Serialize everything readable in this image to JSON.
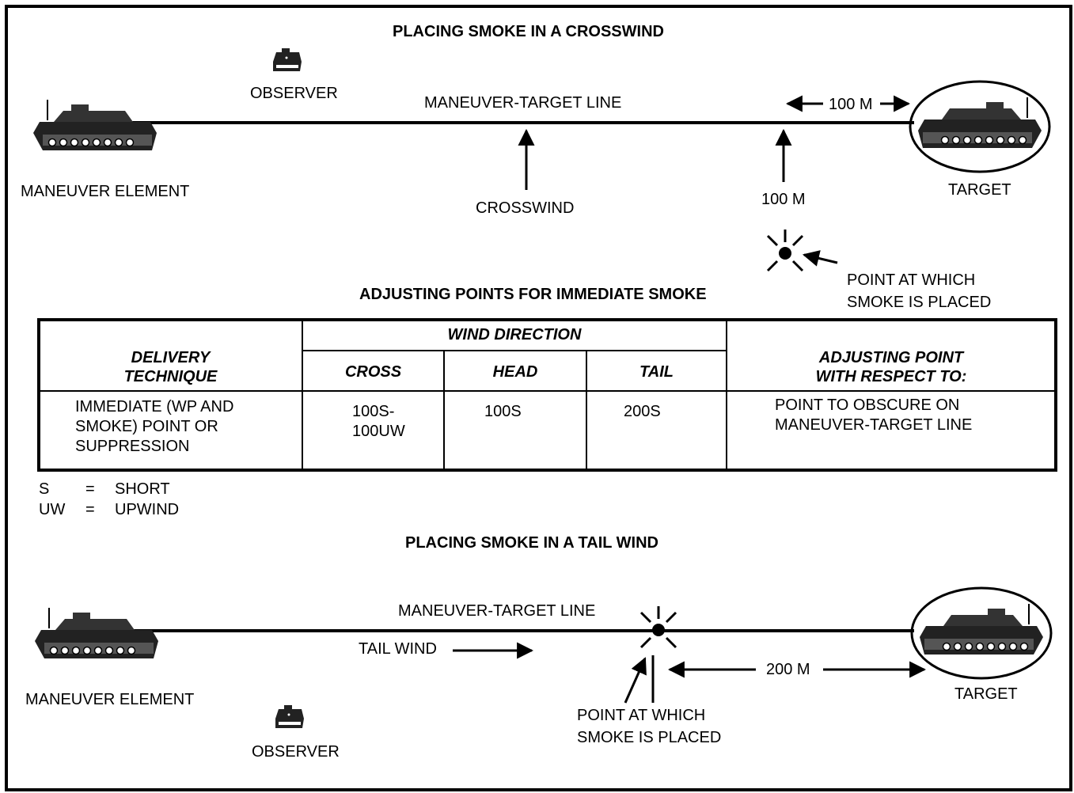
{
  "top": {
    "title": "PLACING SMOKE IN A CROSSWIND",
    "observer": "OBSERVER",
    "line_label": "MANEUVER-TARGET LINE",
    "distance_top": "100 M",
    "distance_side": "100 M",
    "maneuver": "MANEUVER ELEMENT",
    "wind": "CROSSWIND",
    "target": "TARGET",
    "point_line1": "POINT AT WHICH",
    "point_line2": "SMOKE IS PLACED"
  },
  "table": {
    "title": "ADJUSTING POINTS FOR IMMEDIATE SMOKE",
    "col_delivery_1": "DELIVERY",
    "col_delivery_2": "TECHNIQUE",
    "wind_header": "WIND DIRECTION",
    "col_cross": "CROSS",
    "col_head": "HEAD",
    "col_tail": "TAIL",
    "col_adjust_1": "ADJUSTING POINT",
    "col_adjust_2": "WITH RESPECT TO:",
    "row": {
      "delivery_1": "IMMEDIATE (WP AND",
      "delivery_2": "SMOKE) POINT OR",
      "delivery_3": "SUPPRESSION",
      "cross_1": "100S-",
      "cross_2": "100UW",
      "head": "100S",
      "tail": "200S",
      "adjust_1": "POINT TO OBSCURE ON",
      "adjust_2": "MANEUVER-TARGET LINE"
    },
    "legend": [
      {
        "abbr": "S",
        "eq": "=",
        "meaning": "SHORT"
      },
      {
        "abbr": "UW",
        "eq": "=",
        "meaning": "UPWIND"
      }
    ]
  },
  "bottom": {
    "title": "PLACING SMOKE IN A TAIL WIND",
    "line_label": "MANEUVER-TARGET LINE",
    "wind": "TAIL WIND",
    "distance": "200 M",
    "maneuver": "MANEUVER ELEMENT",
    "target": "TARGET",
    "observer": "OBSERVER",
    "point_line1": "POINT AT WHICH",
    "point_line2": "SMOKE IS PLACED"
  }
}
